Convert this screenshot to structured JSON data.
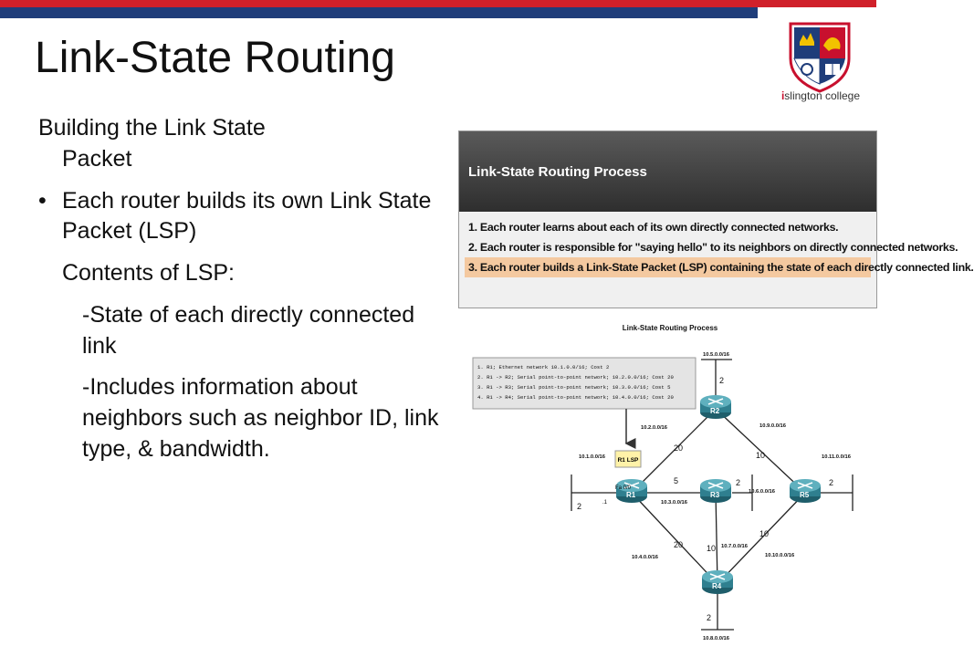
{
  "slide": {
    "title": "Link-State Routing",
    "logo": {
      "brand_prefix": "i",
      "brand_rest": "slington college"
    },
    "heading_line1": "Building the Link State",
    "heading_line2": "Packet",
    "bullet_dot": "•",
    "bullet_text": "Each router builds its own Link State Packet (LSP)",
    "contents_label": "Contents of LSP:",
    "sub_item_1": "-State of each directly connected link",
    "sub_item_2": "-Includes information about neighbors such as neighbor ID, link type, & bandwidth."
  },
  "process_box": {
    "title": "Link-State Routing Process",
    "steps": [
      "1. Each router learns about each of its own directly connected networks.",
      "2. Each router is responsible for \"saying hello\" to its neighbors on directly connected networks.",
      "3. Each router builds a Link-State Packet (LSP) containing the state of each directly connected link."
    ]
  },
  "diagram": {
    "title": "Link-State Routing Process",
    "lsp_lines": [
      "1. R1; Ethernet network 10.1.0.0/16; Cost 2",
      "2. R1 -> R2; Serial point-to-point network; 10.2.0.0/16; Cost 20",
      "3. R1 -> R3; Serial point-to-point network; 10.3.0.0/16; Cost 5",
      "4. R1 -> R4; Serial point-to-point network; 10.4.0.0/16; Cost 20"
    ],
    "lsp_tag": "R1 LSP",
    "routers": {
      "r1": "R1",
      "r2": "R2",
      "r3": "R3",
      "r4": "R4",
      "r5": "R5"
    },
    "networks": {
      "n1": "10.1.0.0/16",
      "n2": "10.2.0.0/16",
      "n3": "10.3.0.0/16",
      "n4": "10.4.0.0/16",
      "n5": "10.5.0.0/16",
      "n6": "10.6.0.0/16",
      "n7": "10.7.0.0/16",
      "n8": "10.8.0.0/16",
      "n9": "10.9.0.0/16",
      "n10": "10.10.0.0/16",
      "n11": "10.11.0.0/16"
    },
    "costs": {
      "r1_r2": "20",
      "r1_r3": "5",
      "r1_r4": "20",
      "r2_r5": "10",
      "r3_r4": "10",
      "r4_r5": "10",
      "r1_lan": "2",
      "r2_lan": "2",
      "r3_lan": "2",
      "r4_lan": "2",
      "r5_lan": "2"
    },
    "interface": "Fa 0/0",
    "interface_addr": ".1"
  },
  "colors": {
    "red_bar": "#d0202a",
    "blue_bar": "#1f3d7a",
    "highlight": "#f4c9a0",
    "router": "#2f7f8f"
  }
}
